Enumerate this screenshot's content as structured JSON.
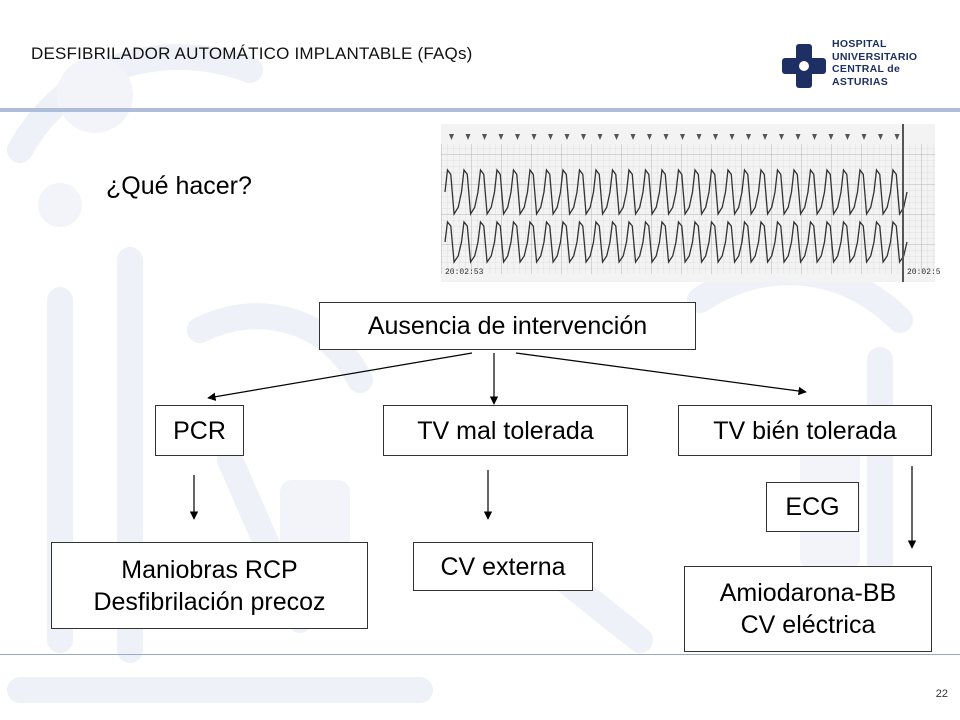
{
  "header": {
    "title": "DESFIBRILADOR AUTOMÁTICO IMPLANTABLE (FAQs)"
  },
  "logo": {
    "icon": "hospital-cross-logo",
    "lines": [
      {
        "first": "H",
        "rest": "OSPITAL"
      },
      {
        "first": "U",
        "rest": "NIVERSITARIO"
      },
      {
        "first": "C",
        "rest": "ENTRAL de"
      },
      {
        "first": "A",
        "rest": "STURIAS"
      }
    ],
    "color": "#1e2f63"
  },
  "slide_number": "22",
  "question": "¿Qué hacer?",
  "ecg": {
    "timestamp_left": "20:02:53",
    "timestamp_right": "20:02:5"
  },
  "flow": {
    "root": "Ausencia de intervención",
    "branches": {
      "pcr": "PCR",
      "tv_mal": "TV mal tolerada",
      "tv_bien": "TV bién tolerada"
    },
    "actions": {
      "rcp": [
        "Maniobras RCP",
        "Desfibrilación precoz"
      ],
      "cv_externa": "CV externa",
      "ecg": "ECG",
      "amiodarona": [
        "Amiodarona-BB",
        "CV eléctrica"
      ]
    }
  },
  "colors": {
    "accent_line": "#aebdd9",
    "logo_blue": "#1e2f63",
    "watermark": "#eef1f7"
  }
}
